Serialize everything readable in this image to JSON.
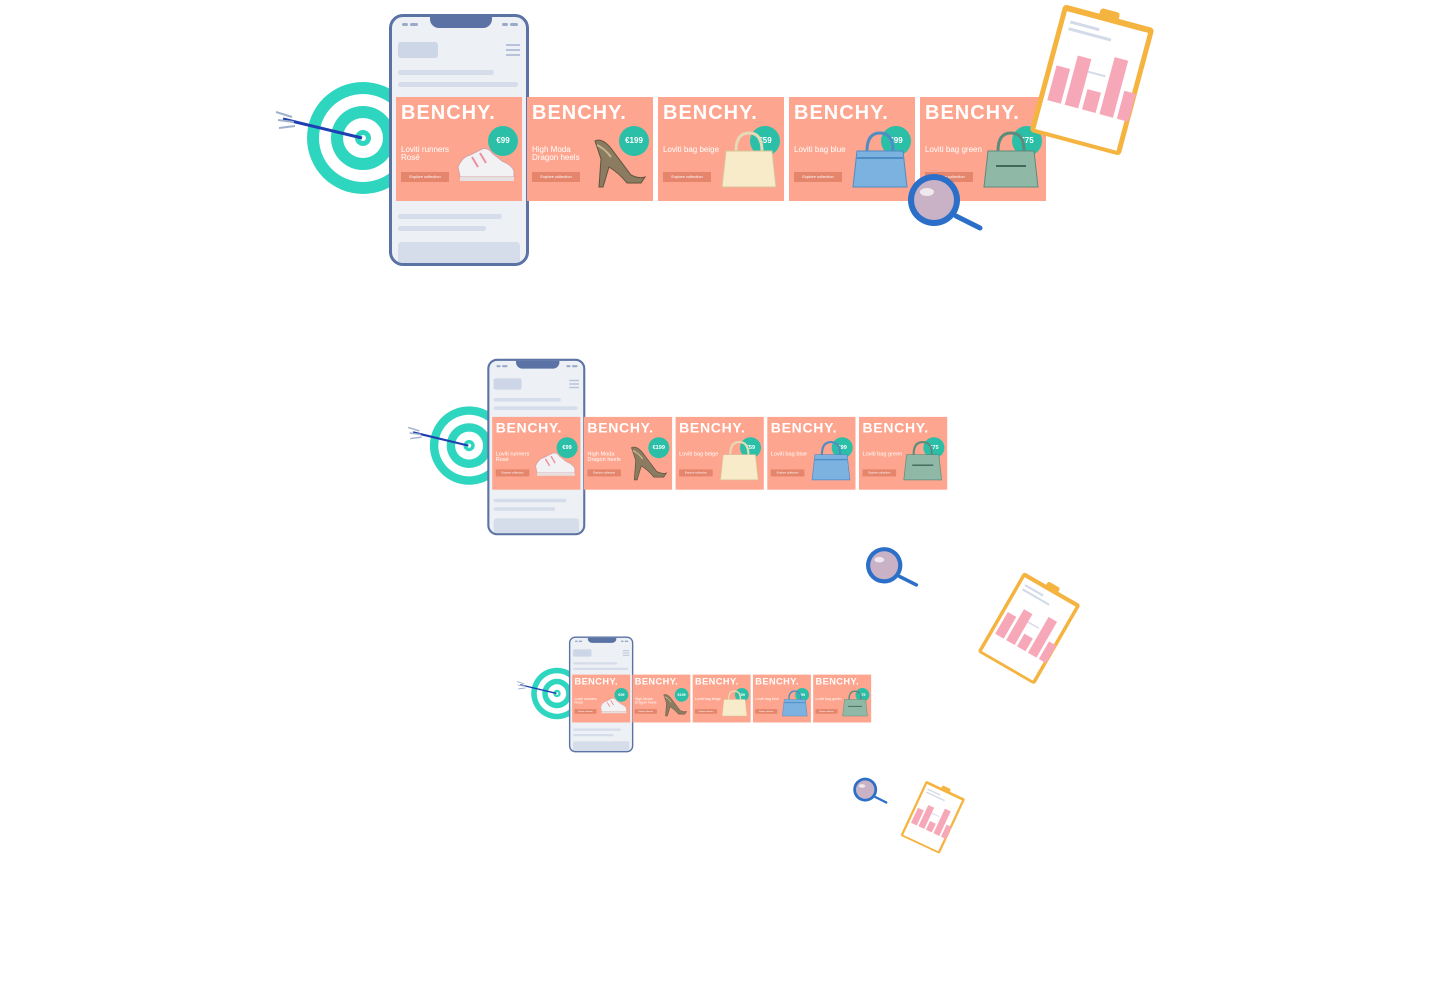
{
  "brand": "BENCHY.",
  "cta_label": "Explore collection",
  "banners": [
    {
      "name": "Loviti runners Rosé",
      "price": "€99",
      "product": "sneaker-icon"
    },
    {
      "name": "High Moda Dragon heels",
      "price": "€199",
      "product": "high-heel-icon"
    },
    {
      "name": "Loviti bag beige",
      "price": "€59",
      "product": "handbag-beige-icon"
    },
    {
      "name": "Loviti bag blue",
      "price": "€99",
      "product": "handbag-blue-icon"
    },
    {
      "name": "Loviti bag green",
      "price": "€75",
      "product": "handbag-green-icon"
    }
  ],
  "colors": {
    "banner": "#fda58e",
    "price_badge": "#2bbfa8",
    "target": "#2ed6bf",
    "phone_frame": "#5a72a4",
    "magnifier": "#2b6fc9",
    "clipboard": "#f5b33f",
    "chart_bars": "#f7a8b8"
  },
  "illustrations": [
    {
      "scale": 1.0,
      "magnifier": [
        934,
        200
      ],
      "clipboard": [
        1092,
        80,
        15
      ]
    },
    {
      "scale": 0.7,
      "magnifier": [
        956,
        309
      ],
      "clipboard": [
        1163,
        399,
        30
      ]
    },
    {
      "scale": 0.46,
      "magnifier": [
        1033,
        347
      ],
      "clipboard": [
        1180,
        407,
        25
      ]
    }
  ]
}
